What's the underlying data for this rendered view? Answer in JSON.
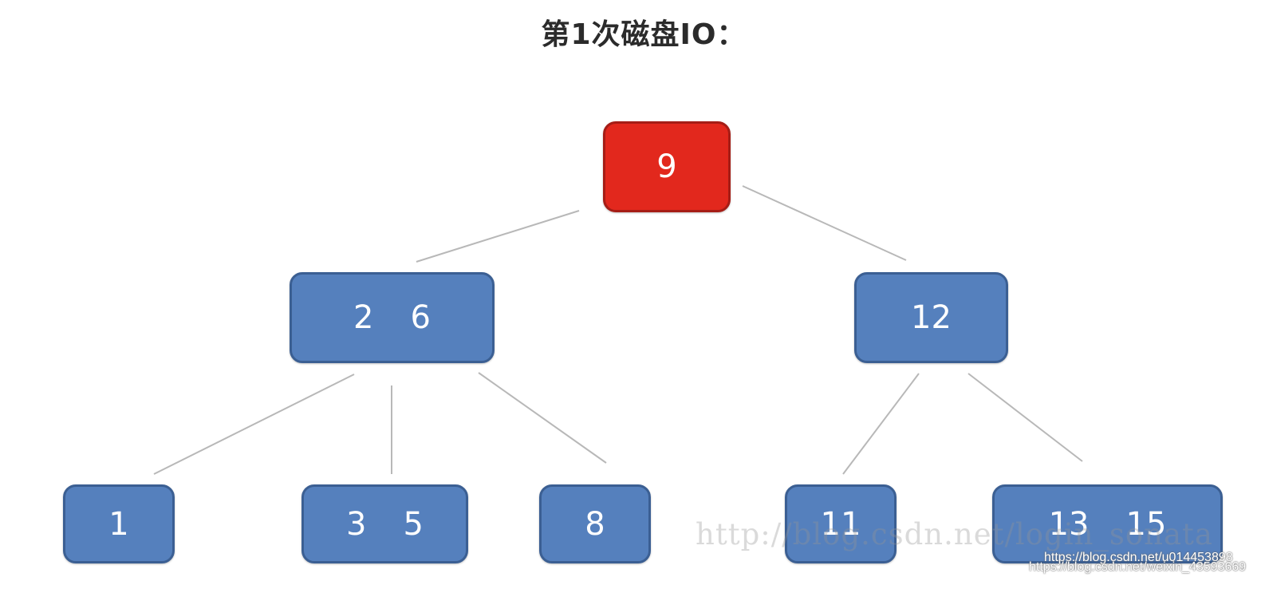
{
  "title": "第1次磁盘IO：",
  "colors": {
    "node": "#5580bd",
    "active_node": "#e2281d",
    "edge": "#b8b8b8"
  },
  "tree": {
    "root": {
      "keys": [
        "9"
      ],
      "state": "active"
    },
    "level2": [
      {
        "keys": [
          "2",
          "6"
        ]
      },
      {
        "keys": [
          "12"
        ]
      }
    ],
    "level3": [
      {
        "keys": [
          "1"
        ]
      },
      {
        "keys": [
          "3",
          "5"
        ]
      },
      {
        "keys": [
          "8"
        ]
      },
      {
        "keys": [
          "11"
        ]
      },
      {
        "keys": [
          "13",
          "15"
        ]
      }
    ]
  },
  "watermarks": {
    "blog": "http://blog.csdn.net/login_sonata",
    "url1": "https://blog.csdn.net/u014453898",
    "url2": "https://blog.csdn.net/weixin_43593669"
  }
}
